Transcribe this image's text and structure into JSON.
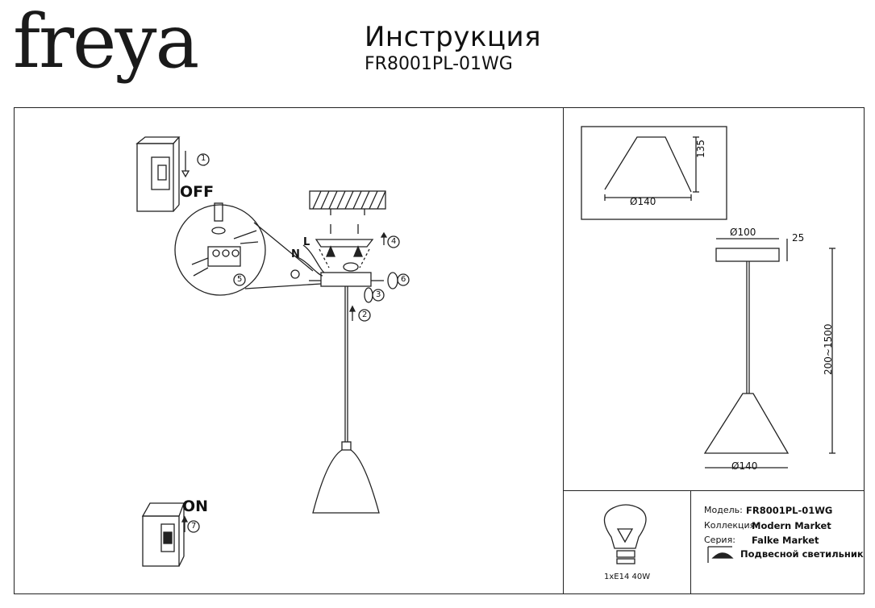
{
  "brand": "freya",
  "header": {
    "title": "Инструкция",
    "model": "FR8001PL-01WG"
  },
  "steps": {
    "off": "OFF",
    "on": "ON",
    "n1": "1",
    "n2": "2",
    "n3": "3",
    "n4": "4",
    "n5": "5",
    "n6": "6",
    "n7": "7",
    "wire_l": "L",
    "wire_n": "N"
  },
  "dimensions": {
    "shade_diameter": "Ø140",
    "shade_height": "135",
    "canopy_diameter": "Ø100",
    "canopy_height": "25",
    "cord_length": "200~1500",
    "total_diameter": "Ø140"
  },
  "bulb": {
    "spec": "1xE14 40W"
  },
  "info": {
    "model_label": "Модель:",
    "model_value": "FR8001PL-01WG",
    "collection_label": "Коллекция:",
    "collection_value": "Modern Market",
    "series_label": "Серия:",
    "series_value": "Falke Market",
    "type_value": "Подвесной светильник"
  }
}
